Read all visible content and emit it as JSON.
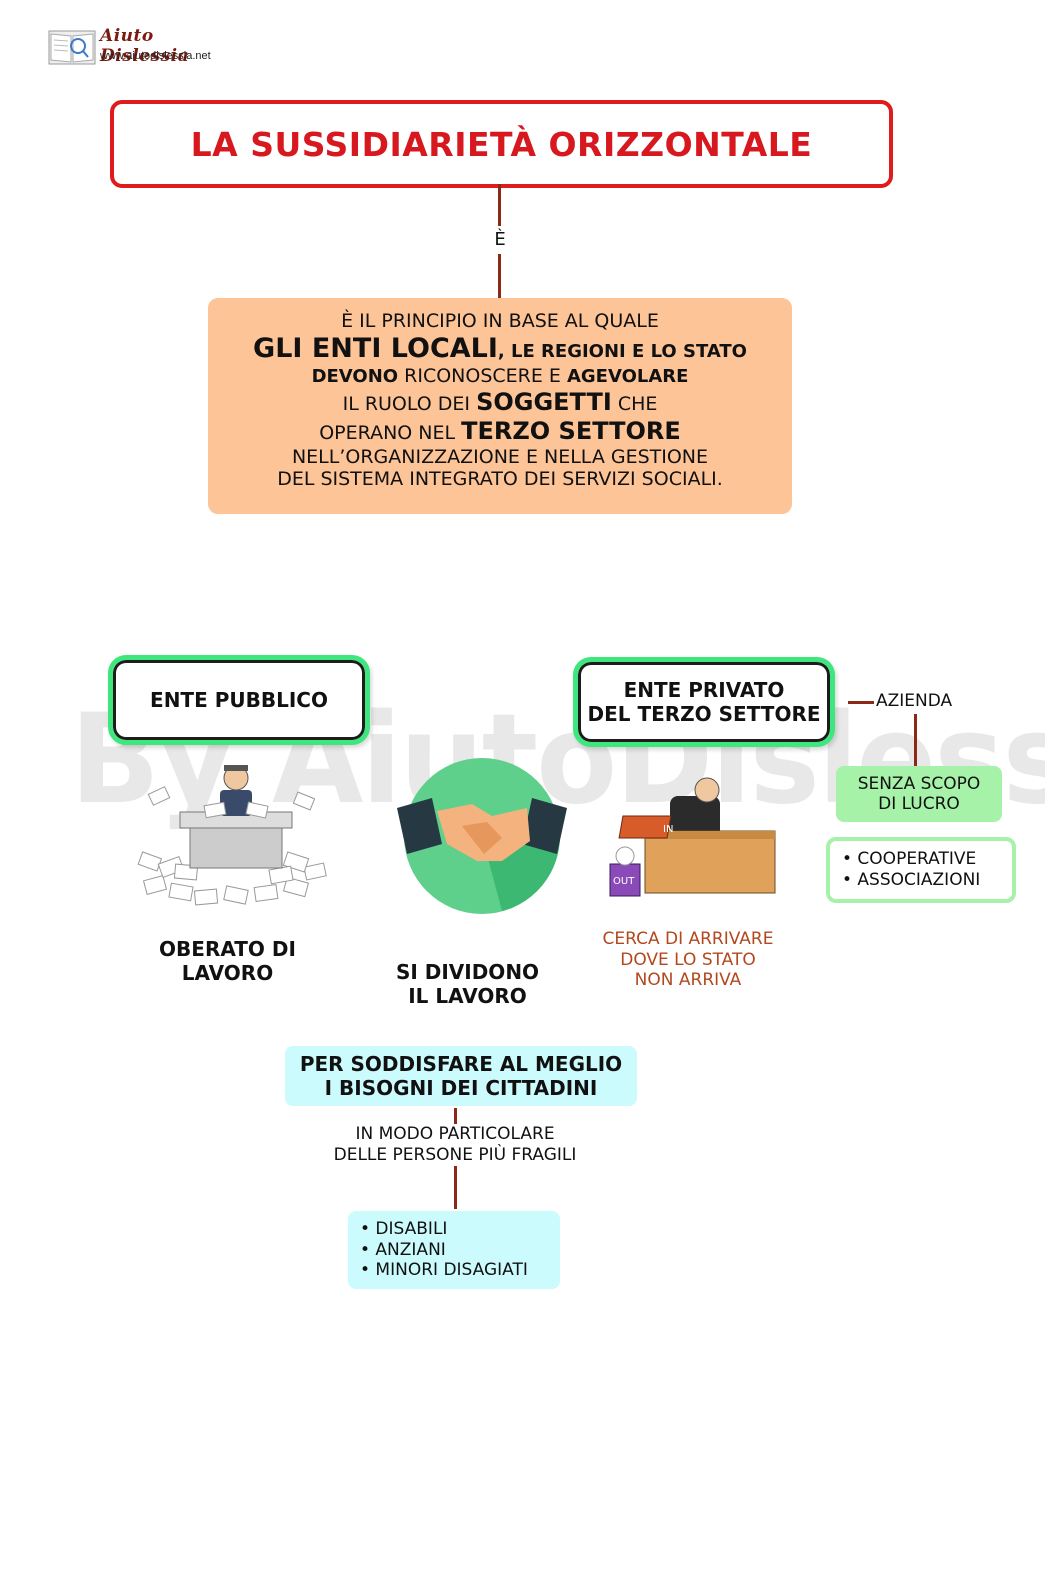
{
  "header": {
    "brand": "Aiuto Dislessia",
    "url": "www.aiutodislessia.net"
  },
  "title": "LA SUSSIDIARIETÀ ORIZZONTALE",
  "connector_label": "È",
  "definition": {
    "line1": "È IL PRINCIPIO IN BASE AL QUALE",
    "line2_big": "GLI ENTI LOCALI",
    "line2_rest": ", LE REGIONI E LO STATO",
    "line3_a": "DEVONO",
    "line3_b": " RICONOSCERE E ",
    "line3_c": "AGEVOLARE",
    "line4_a": "IL RUOLO DEI ",
    "line4_b": "SOGGETTI",
    "line4_c": " CHE",
    "line5_a": "OPERANO NEL ",
    "line5_b": "TERZO SETTORE",
    "line6": "NELL’ORGANIZZAZIONE E NELLA GESTIONE",
    "line7": "DEL SISTEMA INTEGRATO DEI SERVIZI SOCIALI."
  },
  "watermark": "By AiutoDislessia.net",
  "ente_pubblico": {
    "label": "ENTE PUBBLICO",
    "caption_1": "OBERATO DI",
    "caption_2": "LAVORO"
  },
  "handshake": {
    "caption_1": "SI DIVIDONO",
    "caption_2": "IL LAVORO"
  },
  "ente_privato": {
    "label_1": "ENTE PRIVATO",
    "label_2": "DEL TERZO SETTORE",
    "caption_1": "CERCA DI ARRIVARE",
    "caption_2": "DOVE LO STATO",
    "caption_3": "NON ARRIVA",
    "tray_in": "IN",
    "tray_out": "OUT"
  },
  "azienda": {
    "label": "AZIENDA",
    "senza_1": "SENZA SCOPO",
    "senza_2": "DI LUCRO",
    "items": [
      "• COOPERATIVE",
      "• ASSOCIAZIONI"
    ]
  },
  "bisogni": {
    "line1": "PER SODDISFARE AL MEGLIO",
    "line2": "I BISOGNI DEI CITTADINI",
    "modo_1": "IN MODO  PARTICOLARE",
    "modo_2": "DELLE PERSONE PIÙ FRAGILI",
    "items": [
      "• DISABILI",
      "• ANZIANI",
      "• MINORI DISAGIATI"
    ]
  },
  "colors": {
    "title_red": "#e01b1b",
    "definition_bg": "#fdc498",
    "green_border": "#3ee67e",
    "light_green": "#a7f2a9",
    "light_cyan": "#ccfbfd",
    "connector": "#8a2a16",
    "private_caption": "#b3481e"
  }
}
